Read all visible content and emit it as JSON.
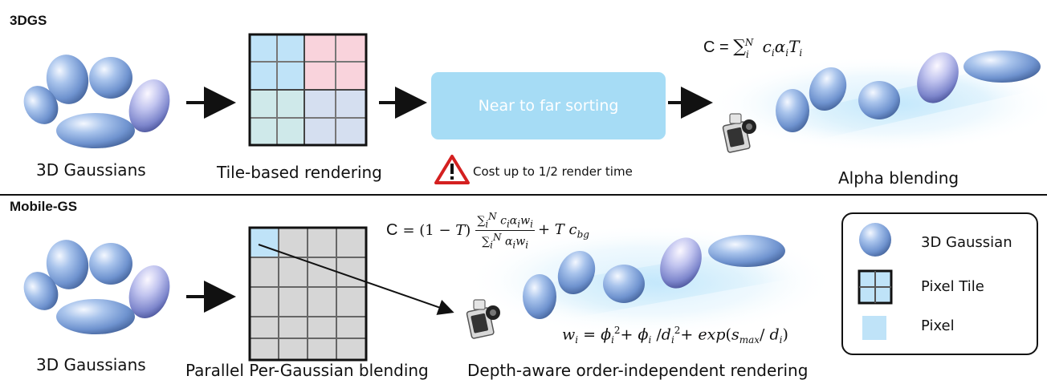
{
  "top": {
    "title": "3DGS",
    "captions": {
      "gaussians": "3D Gaussians",
      "tile": "Tile-based rendering",
      "alpha": "Alpha blending"
    },
    "sort_box": "Near to far sorting",
    "warning": "Cost up to 1/2 render time",
    "equation": "C = ∑ᵢᴺ cᵢαᵢTᵢ"
  },
  "bottom": {
    "title": "Mobile-GS",
    "captions": {
      "gaussians": "3D Gaussians",
      "parallel": "Parallel Per-Gaussian  blending",
      "depth": "Depth-aware order-independent rendering"
    },
    "equation_c": "C = (1 − T) (∑ᵢᴺ cᵢαᵢwᵢ / ∑ᵢᴺ αᵢwᵢ) + T c_bg",
    "equation_w": "wᵢ = ϕᵢ² + ϕᵢ /dᵢ² + exp(s_max/ dᵢ)"
  },
  "legend": {
    "gaussian": "3D Gaussian",
    "pixel_tile": "Pixel Tile",
    "pixel": "Pixel"
  },
  "colors": {
    "gaussian": "#8fb4e0",
    "sort_box": "#a6dcf5",
    "tile_blue": "#bfe3f8",
    "tile_pink": "#f9d3dc",
    "tile_teal": "#cfe9ea",
    "tile_lavender": "#d5dff0",
    "grid_gray": "#d6d6d6",
    "warning": "#d42020"
  }
}
